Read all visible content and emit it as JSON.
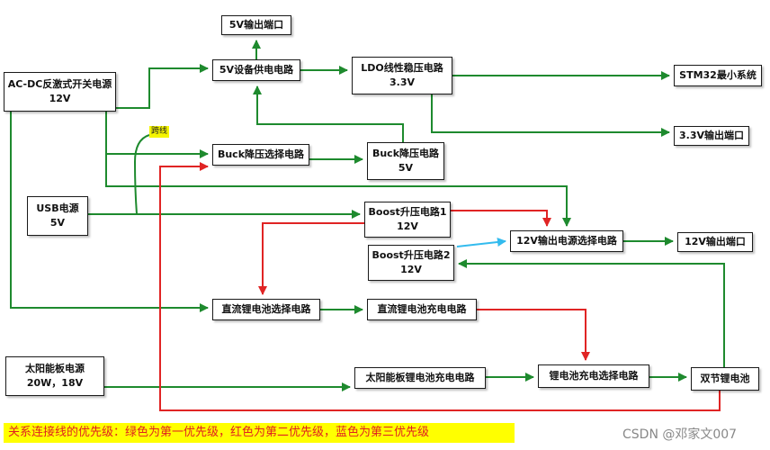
{
  "nodes": {
    "ac_dc": {
      "label": "AC-DC反激式开关电源",
      "sub": "12V"
    },
    "usb": {
      "label": "USB电源",
      "sub": "5V"
    },
    "solar": {
      "label": "太阳能板电源",
      "sub": "20W，18V"
    },
    "out_5v": {
      "label": "5V输出端口"
    },
    "supply_5v": {
      "label": "5V设备供电电路"
    },
    "ldo": {
      "label": "LDO线性稳压电路",
      "sub": "3.3V"
    },
    "stm32": {
      "label": "STM32最小系统"
    },
    "out_3v3": {
      "label": "3.3V输出端口"
    },
    "buck_sel": {
      "label": "Buck降压选择电路"
    },
    "buck": {
      "label": "Buck降压电路",
      "sub": "5V"
    },
    "boost1": {
      "label": "Boost升压电路1",
      "sub": "12V"
    },
    "boost2": {
      "label": "Boost升压电路2",
      "sub": "12V"
    },
    "sel_12v": {
      "label": "12V输出电源选择电路"
    },
    "out_12v": {
      "label": "12V输出端口"
    },
    "dc_li_sel": {
      "label": "直流锂电池选择电路"
    },
    "dc_li_chg": {
      "label": "直流锂电池充电电路"
    },
    "solar_chg": {
      "label": "太阳能板锂电池充电电路"
    },
    "li_chg_sel": {
      "label": "锂电池充电选择电路"
    },
    "dual_li": {
      "label": "双节锂电池"
    }
  },
  "cross_label": "跨线",
  "legend": "关系连接线的优先级：绿色为第一优先级，红色为第二优先级，蓝色为第三优先级",
  "watermark": "CSDN @邓家文007",
  "colors": {
    "green": "#1e8a2e",
    "red": "#e02424",
    "blue": "#33bbee",
    "legend_bg": "#ffff00",
    "legend_text": "#e02020"
  }
}
